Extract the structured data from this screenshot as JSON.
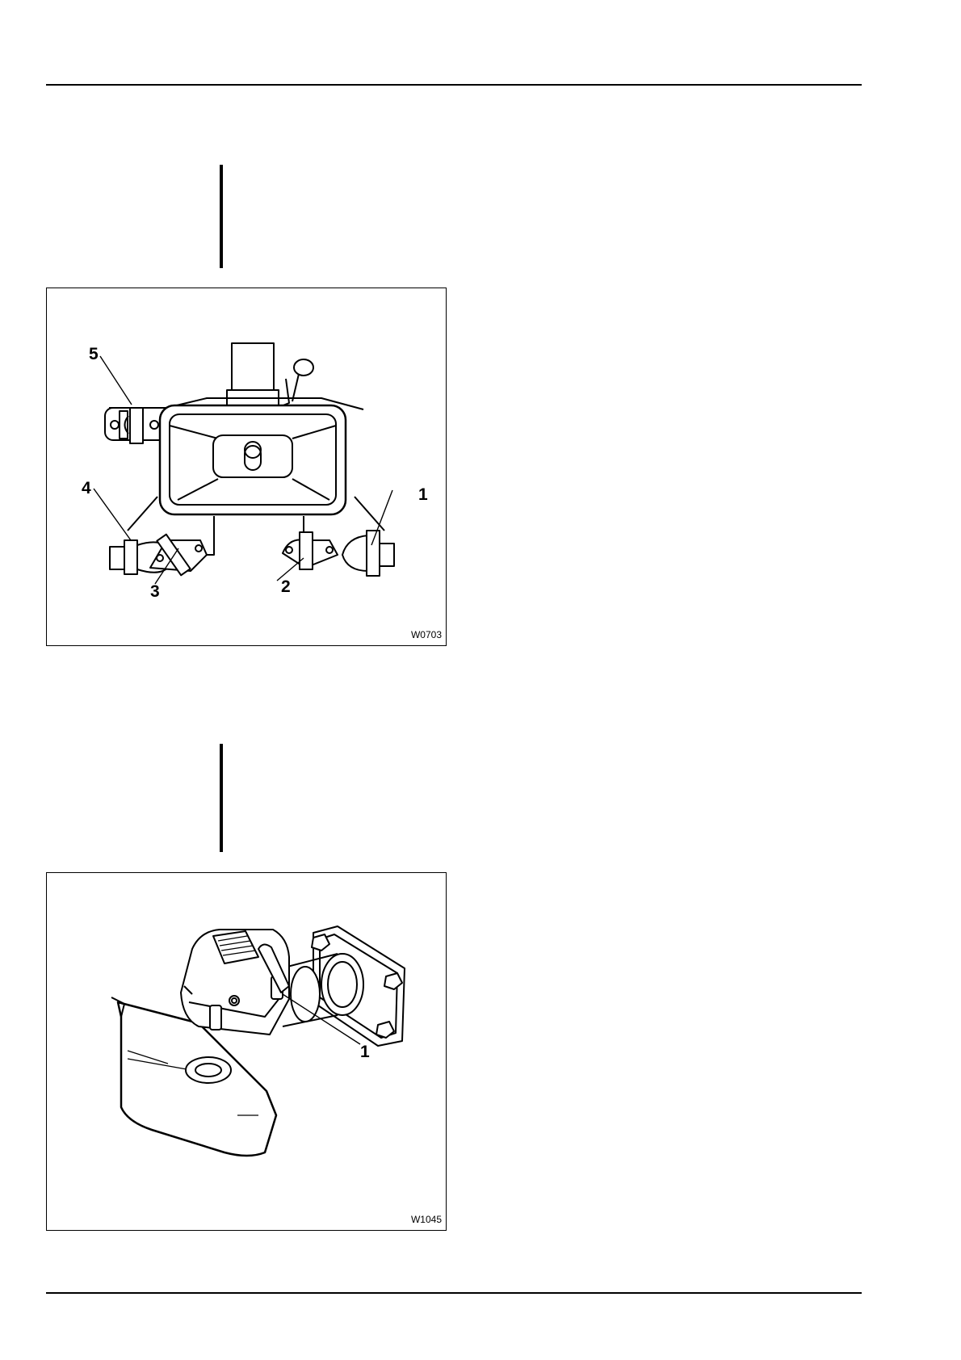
{
  "figures": [
    {
      "code": "W0703",
      "callouts": [
        "1",
        "2",
        "3",
        "4",
        "5"
      ]
    },
    {
      "code": "W1045",
      "callouts": [
        "1"
      ]
    }
  ]
}
